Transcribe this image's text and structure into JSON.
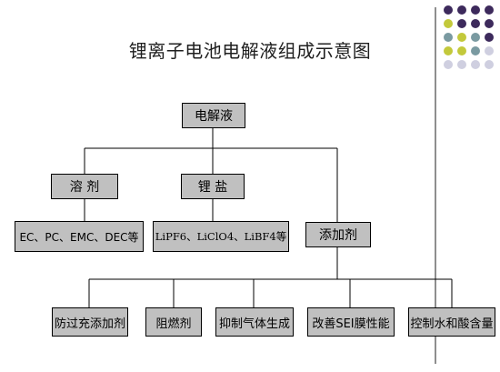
{
  "title": "锂离子电池电解液组成示意图",
  "colors": {
    "box_fill": "#c0c0c0",
    "box_border": "#000000",
    "line": "#000000",
    "dot_purple": "#3d2a5c",
    "dot_teal": "#7a9aa1",
    "dot_lime": "#c3c93b",
    "dot_light": "#cfcfe0"
  },
  "diagram": {
    "root": "电解液",
    "level1": {
      "solvent": "溶 剂",
      "salt": "锂 盐",
      "additive": "添加剂"
    },
    "solvent_examples": "EC、PC、EMC、DEC等",
    "salt_examples": "LiPF6、LiClO4、LiBF4等",
    "additive_types": [
      "防过充添加剂",
      "阻燃剂",
      "抑制气体生成",
      "改善SEI膜性能",
      "控制水和酸含量"
    ]
  }
}
